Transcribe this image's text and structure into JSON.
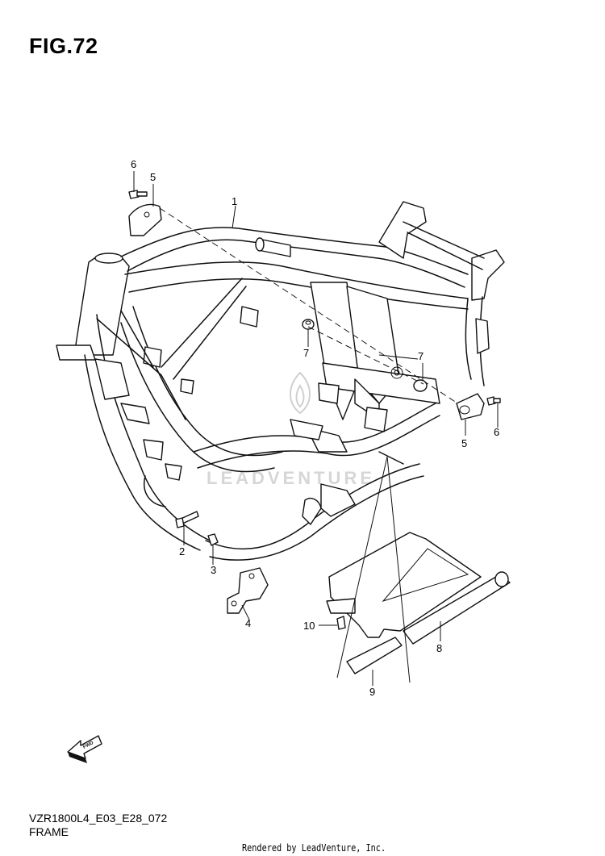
{
  "figure": {
    "title": "FIG.72",
    "model_code": "VZR1800L4_E03_E28_072",
    "model_name": "FRAME",
    "render_credit": "Rendered by LeadVenture, Inc.",
    "watermark": "LEADVENTURE",
    "fwd_label": "FWD"
  },
  "callouts": [
    "1",
    "2",
    "3",
    "4",
    "5",
    "6",
    "7",
    "8",
    "9",
    "10",
    "5",
    "6",
    "7"
  ],
  "colors": {
    "line": "#111111",
    "background": "#ffffff",
    "watermark": "#d0d0d0"
  },
  "icons": [
    "fwd-arrow-icon",
    "leadventure-flame-watermark-icon"
  ]
}
